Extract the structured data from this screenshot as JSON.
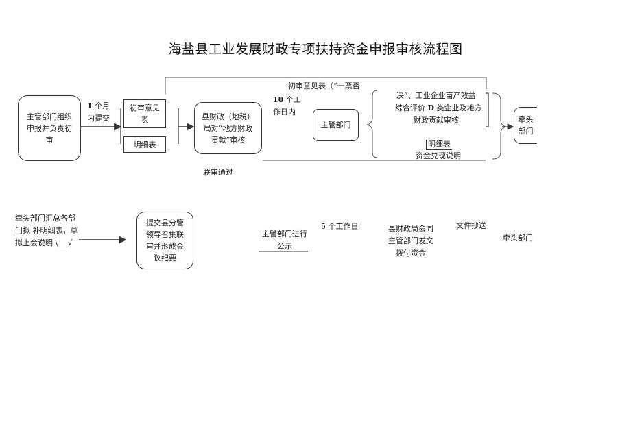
{
  "title": "海盐县工业发展财政专项扶持资金申报审核流程图",
  "flow1": {
    "start_box": "主管部门组织申报并负责初审",
    "arrow_label_num": "1",
    "arrow_label_1": "个月",
    "arrow_label_2": "内提交",
    "first_review_box": "初审意见表",
    "detail_box": "明细表",
    "county_finance_box": "县财政（地税）局对“地方财政贡献”审核",
    "joint_review_passed": "联审通过",
    "top_line_label": "初审意见表（“一票否",
    "days10_num": "10",
    "days10_1": "个工",
    "days10_2": "作日内",
    "dept_box": "主管部门",
    "bracket_line1": "决”、工业企业亩产效益",
    "bracket_line2a": "综合评价",
    "bracket_line2b": "D",
    "bracket_line2c": "类企业及地方",
    "bracket_line3": "财政贡献审核",
    "bracket_detail": "明细表",
    "bracket_funds": "资金兑现说明",
    "lead_dept_box": "牵头部门"
  },
  "flow2": {
    "lead_summary": "牵头部门汇总各部门拟 补明细表，草拟上会说明 \\ __√",
    "meeting_box": "提交县分管领导召集联审并形成会议纪要",
    "publicity": "主管部门进行公示",
    "days5": "5 个工作日",
    "disburse": "县财政局会同主管部门发文拨付资金",
    "cc": "文件抄送",
    "lead_dept": "牵头部门"
  }
}
